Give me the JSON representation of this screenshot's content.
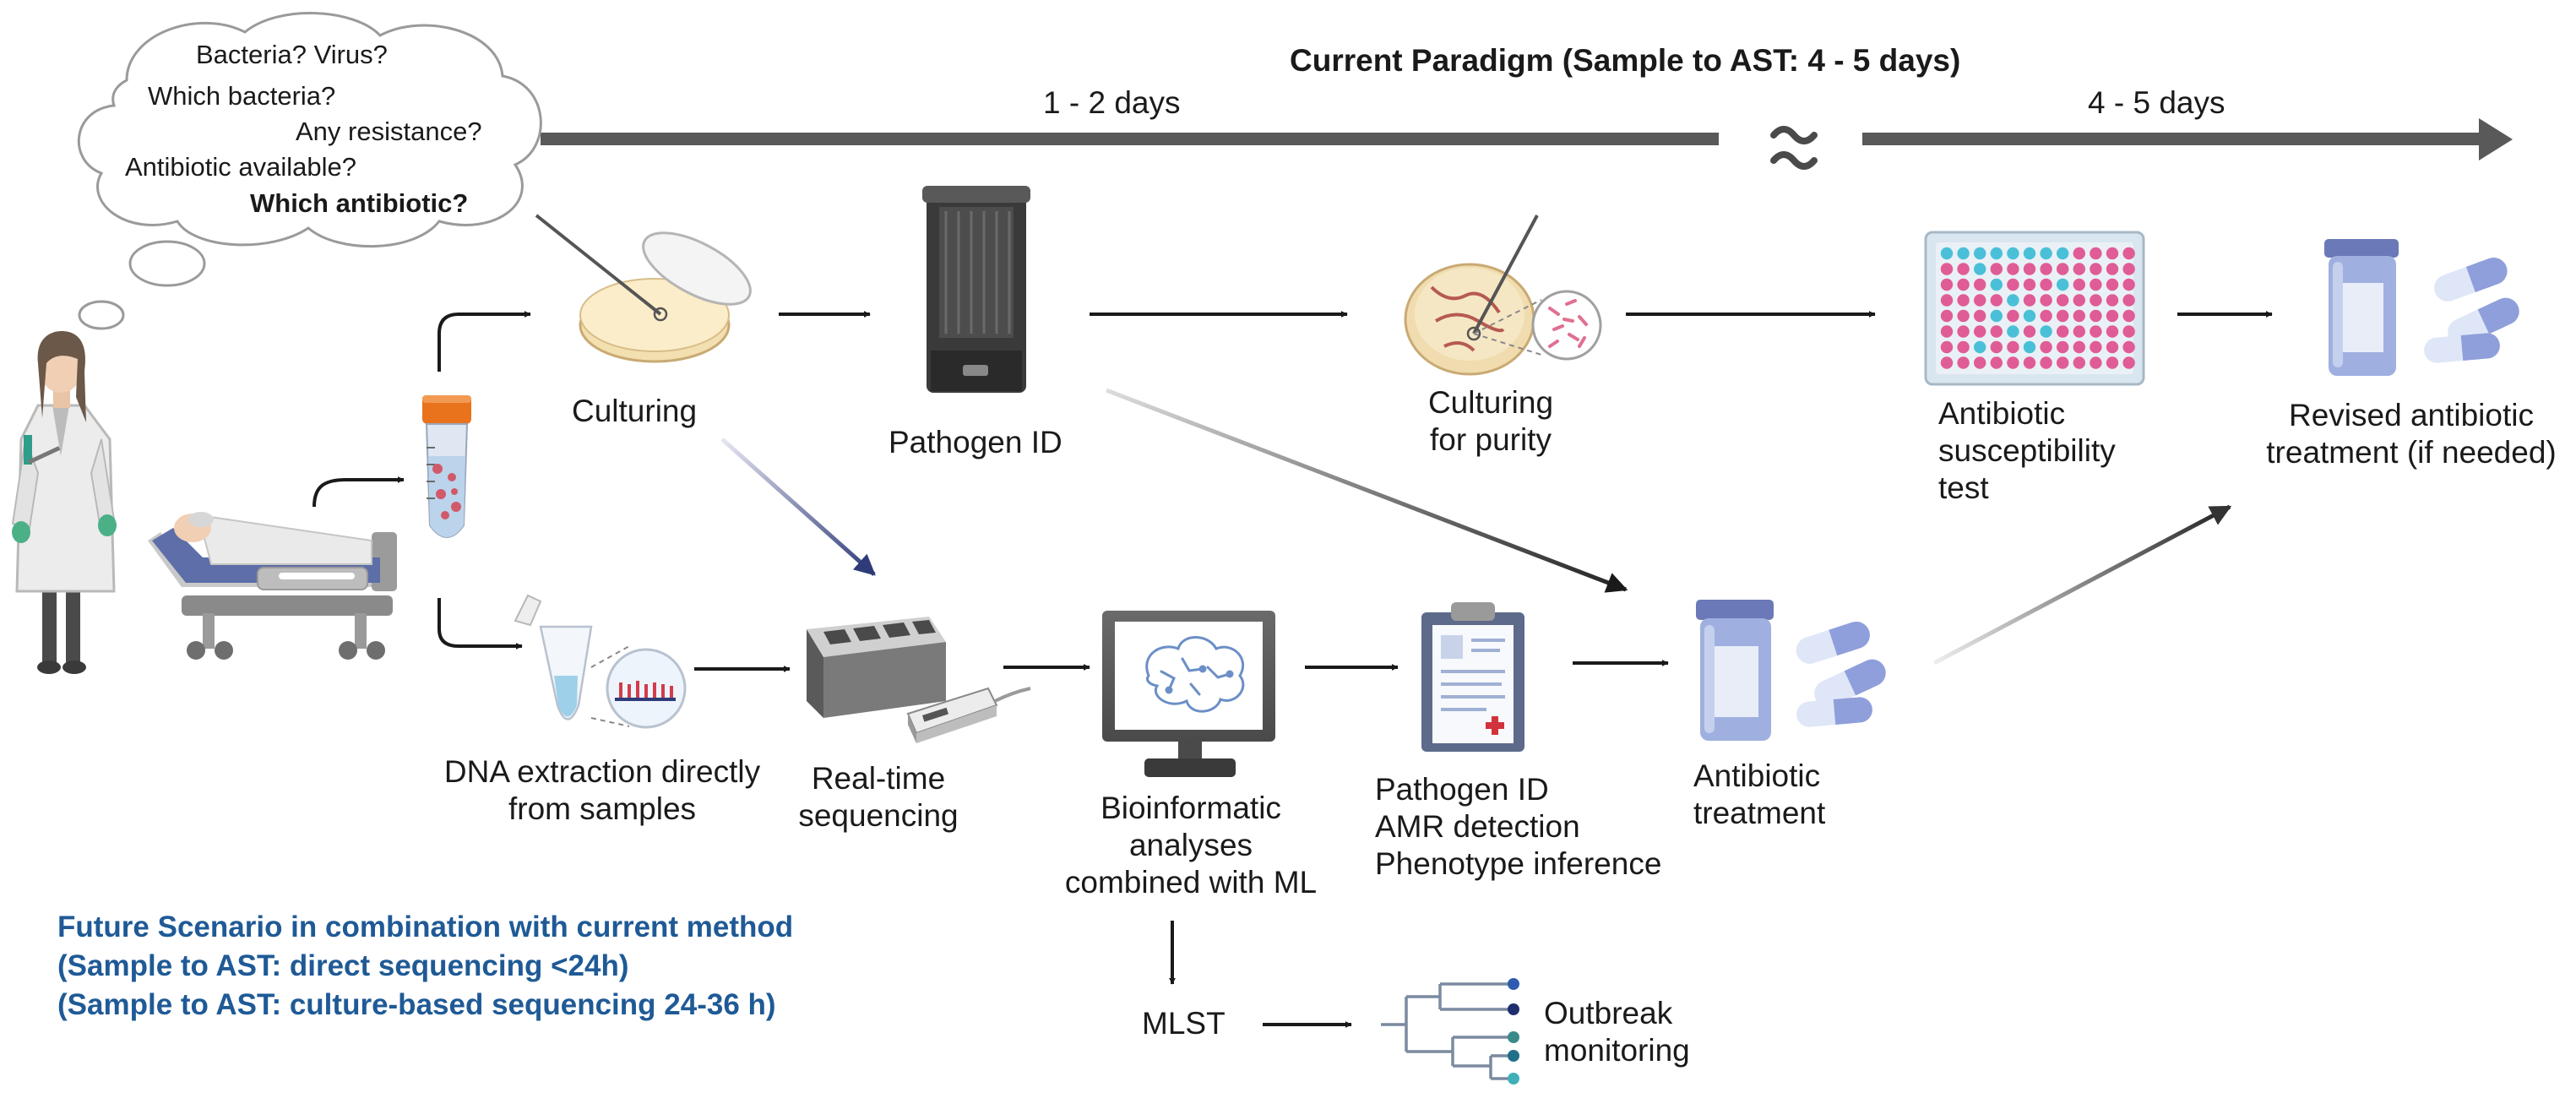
{
  "paradigm_title": "Current Paradigm (Sample to AST: 4 - 5 days)",
  "timeline": {
    "phase1": "1 - 2 days",
    "phase2": "4 - 5 days"
  },
  "questions": {
    "q1": "Bacteria? Virus?",
    "q2": "Which bacteria?",
    "q3": "Any resistance?",
    "q4": "Antibiotic available?",
    "q5": "Which antibiotic?"
  },
  "steps": {
    "culturing": "Culturing",
    "pathogen_id": "Pathogen ID",
    "culturing_purity": [
      "Culturing",
      "for purity"
    ],
    "ast": [
      "Antibiotic",
      "susceptibility",
      "test"
    ],
    "revised": [
      "Revised antibiotic",
      "treatment (if needed)"
    ],
    "dna_extraction": [
      "DNA extraction directly",
      "from samples"
    ],
    "sequencing": [
      "Real-time",
      "sequencing"
    ],
    "bioinformatics": [
      "Bioinformatic",
      "analyses",
      "combined with ML"
    ],
    "detection": [
      "Pathogen ID",
      "AMR detection",
      "Phenotype inference"
    ],
    "antibiotic_treatment": [
      "Antibiotic",
      "treatment"
    ],
    "mlst": "MLST",
    "outbreak": [
      "Outbreak",
      "monitoring"
    ]
  },
  "future": {
    "line1": "Future Scenario in combination with current method",
    "line2": "(Sample to AST: direct sequencing <24h)",
    "line3": "(Sample to AST: culture-based sequencing 24-36 h)"
  },
  "colors": {
    "future_text": "#1f5a96",
    "timeline": "#595959",
    "tube_cap": "#e8731c",
    "well_pink": "#e05c96",
    "well_cyan": "#4ac0d8",
    "pill": "#8f9fdb",
    "arrow_blue": "#2e3b78"
  }
}
